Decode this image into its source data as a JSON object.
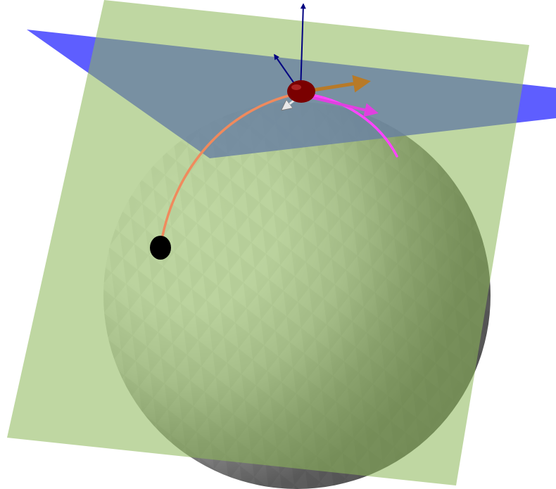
{
  "scene": {
    "kind": "3d-sphere-with-planes",
    "colors": {
      "background": "#ffffff",
      "sphere_light": "#ffffff",
      "sphere_dark": "#5a5a5a",
      "green_plane": "#8db85a",
      "blue_plane": "#3a3aff",
      "curve": "#f08a5d",
      "magenta_arc": "#ff44ff",
      "point_marker": "#7a0000",
      "start_point": "#000000",
      "vector_brown": "#b87a28",
      "vector_navy": "#000080",
      "vector_white": "#e8e8e8"
    },
    "objects": [
      {
        "name": "sphere",
        "shading": "faceted"
      },
      {
        "name": "tangent-plane",
        "color": "blue"
      },
      {
        "name": "cutting-plane",
        "color": "green",
        "opacity": 0.55
      },
      {
        "name": "geodesic-curve",
        "color": "orange"
      },
      {
        "name": "arc-segment",
        "color": "magenta"
      },
      {
        "name": "moving-point",
        "color": "dark-red"
      },
      {
        "name": "start-point",
        "color": "black"
      },
      {
        "name": "tangent-vector",
        "color": "brown"
      },
      {
        "name": "normal-vector",
        "color": "navy"
      },
      {
        "name": "secondary-vector",
        "color": "magenta"
      },
      {
        "name": "small-vector",
        "color": "white"
      }
    ]
  }
}
